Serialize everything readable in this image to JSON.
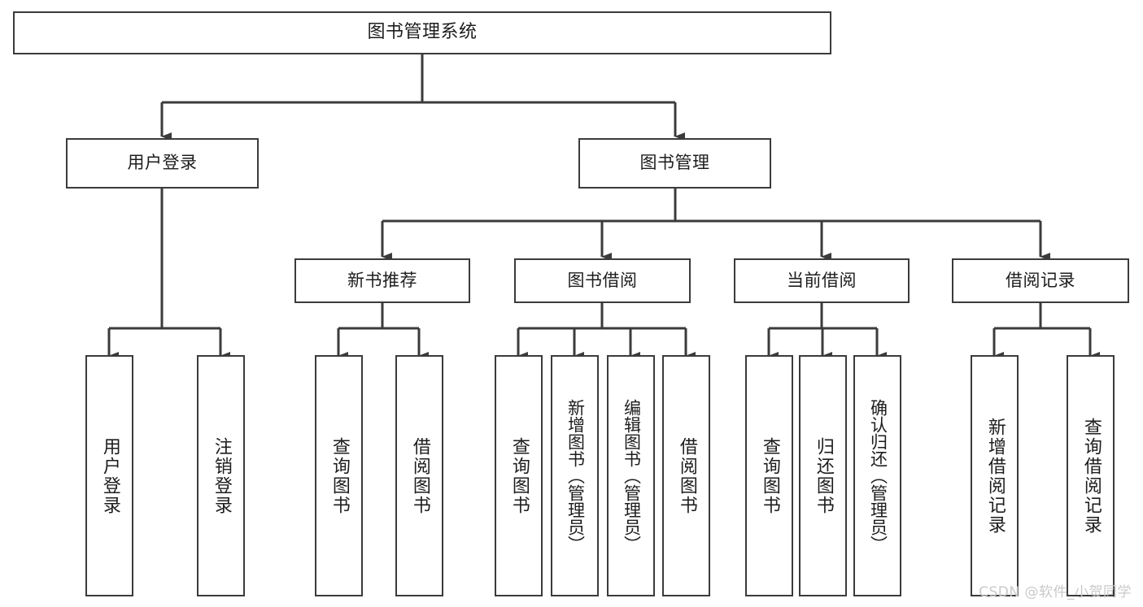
{
  "diagram": {
    "title": "图书管理系统",
    "type": "hierarchy-tree",
    "line_color": "#3b3b3b",
    "box_fill": "#ffffff",
    "text_color": "#1d1d1d",
    "watermark": "CSDN @软件_小贺同学",
    "watermark_color": "#c9c9c9",
    "levels": {
      "root": {
        "label": "图书管理系统"
      },
      "level2": [
        {
          "label": "用户登录"
        },
        {
          "label": "图书管理"
        }
      ],
      "level3": [
        {
          "label": "新书推荐"
        },
        {
          "label": "图书借阅"
        },
        {
          "label": "当前借阅"
        },
        {
          "label": "借阅记录"
        }
      ],
      "leaves": {
        "user_login": [
          {
            "label": "用户登录"
          },
          {
            "label": "注销登录"
          }
        ],
        "new_book_recommend": [
          {
            "label": "查询图书"
          },
          {
            "label": "借阅图书"
          }
        ],
        "book_borrow": [
          {
            "label": "查询图书"
          },
          {
            "label": "新增图书（管理员）"
          },
          {
            "label": "编辑图书（管理员）"
          },
          {
            "label": "借阅图书"
          }
        ],
        "current_borrow": [
          {
            "label": "查询图书"
          },
          {
            "label": "归还图书"
          },
          {
            "label": "确认归还（管理员）"
          }
        ],
        "borrow_record": [
          {
            "label": "新增借阅记录"
          },
          {
            "label": "查询借阅记录"
          }
        ]
      }
    }
  }
}
